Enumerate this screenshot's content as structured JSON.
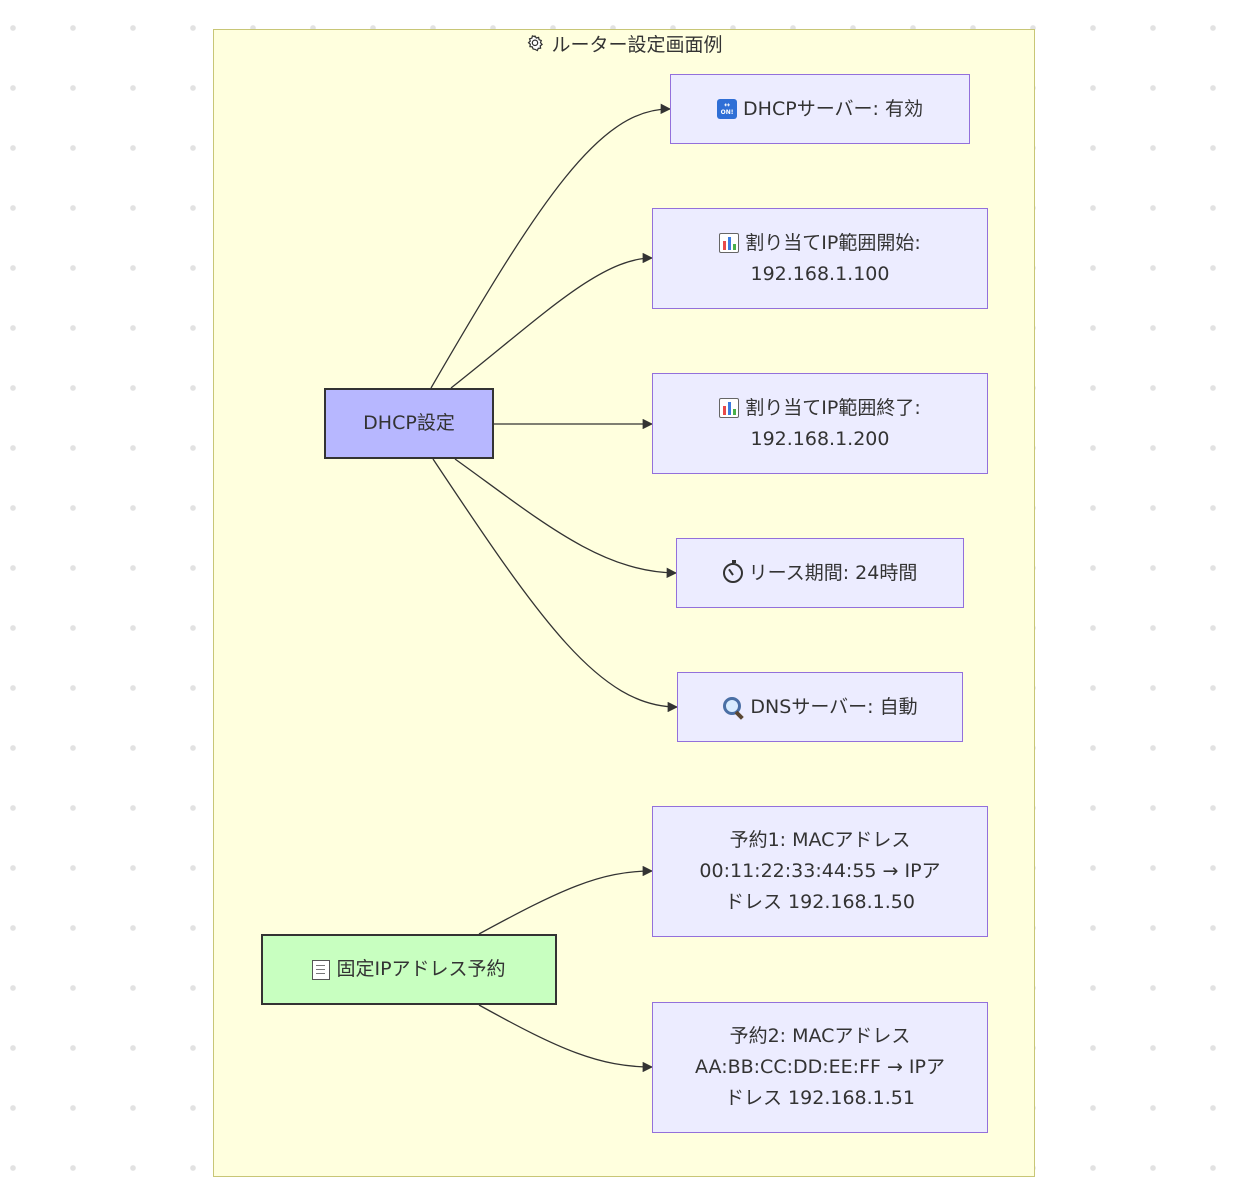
{
  "group": {
    "title": "ルーター設定画面例",
    "title_icon": "gear-icon"
  },
  "nodes": {
    "dhcp_settings": {
      "label": "DHCP設定"
    },
    "fixed_ip": {
      "label": "固定IPアドレス予約",
      "icon": "memo-icon"
    },
    "dhcp_server": {
      "label": "DHCPサーバー: 有効",
      "icon": "on-button-icon"
    },
    "range_start": {
      "line1": "割り当てIP範囲開始:",
      "line2": "192.168.1.100",
      "icon": "bar-chart-icon"
    },
    "range_end": {
      "line1": "割り当てIP範囲終了:",
      "line2": "192.168.1.200",
      "icon": "bar-chart-icon"
    },
    "lease_time": {
      "label": "リース期間: 24時間",
      "icon": "stopwatch-icon"
    },
    "dns_server": {
      "label": "DNSサーバー: 自動",
      "icon": "magnifier-icon"
    },
    "reservation1": {
      "line1": "予約1: MACアドレス",
      "line2": "00:11:22:33:44:55 → IPア",
      "line3": "ドレス 192.168.1.50"
    },
    "reservation2": {
      "line1": "予約2: MACアドレス",
      "line2": "AA:BB:CC:DD:EE:FF → IPア",
      "line3": "ドレス 192.168.1.51"
    }
  },
  "colors": {
    "group_fill": "#ffffde",
    "group_border": "#c8c676",
    "leaf_fill": "#ececff",
    "leaf_border": "#9370db",
    "dhcp_fill": "#b7b7ff",
    "fixed_fill": "#c8ffc0",
    "edge": "#333333"
  }
}
